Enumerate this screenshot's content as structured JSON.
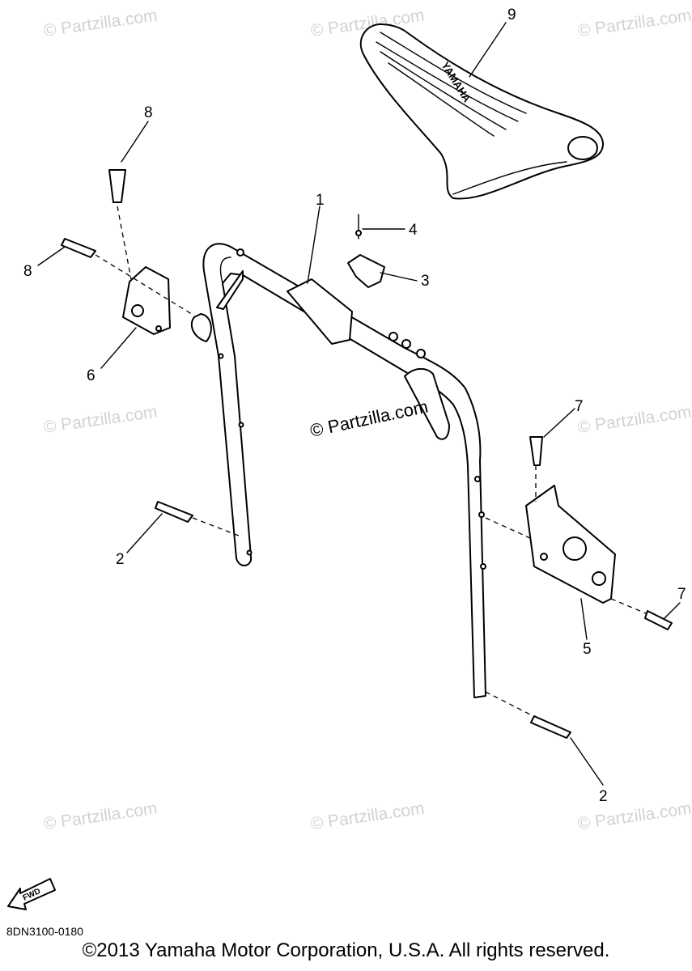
{
  "watermark_text": "© Partzilla.com",
  "center_watermark_text": "© Partzilla.com",
  "callouts": [
    "1",
    "2",
    "2",
    "3",
    "4",
    "5",
    "6",
    "7",
    "7",
    "8",
    "8",
    "9"
  ],
  "seat_brand_text": "YAMAHA",
  "fwd_label": "FWD",
  "diagram_code": "8DN3100-0180",
  "copyright": "©2013 Yamaha Motor Corporation, U.S.A. All rights reserved."
}
